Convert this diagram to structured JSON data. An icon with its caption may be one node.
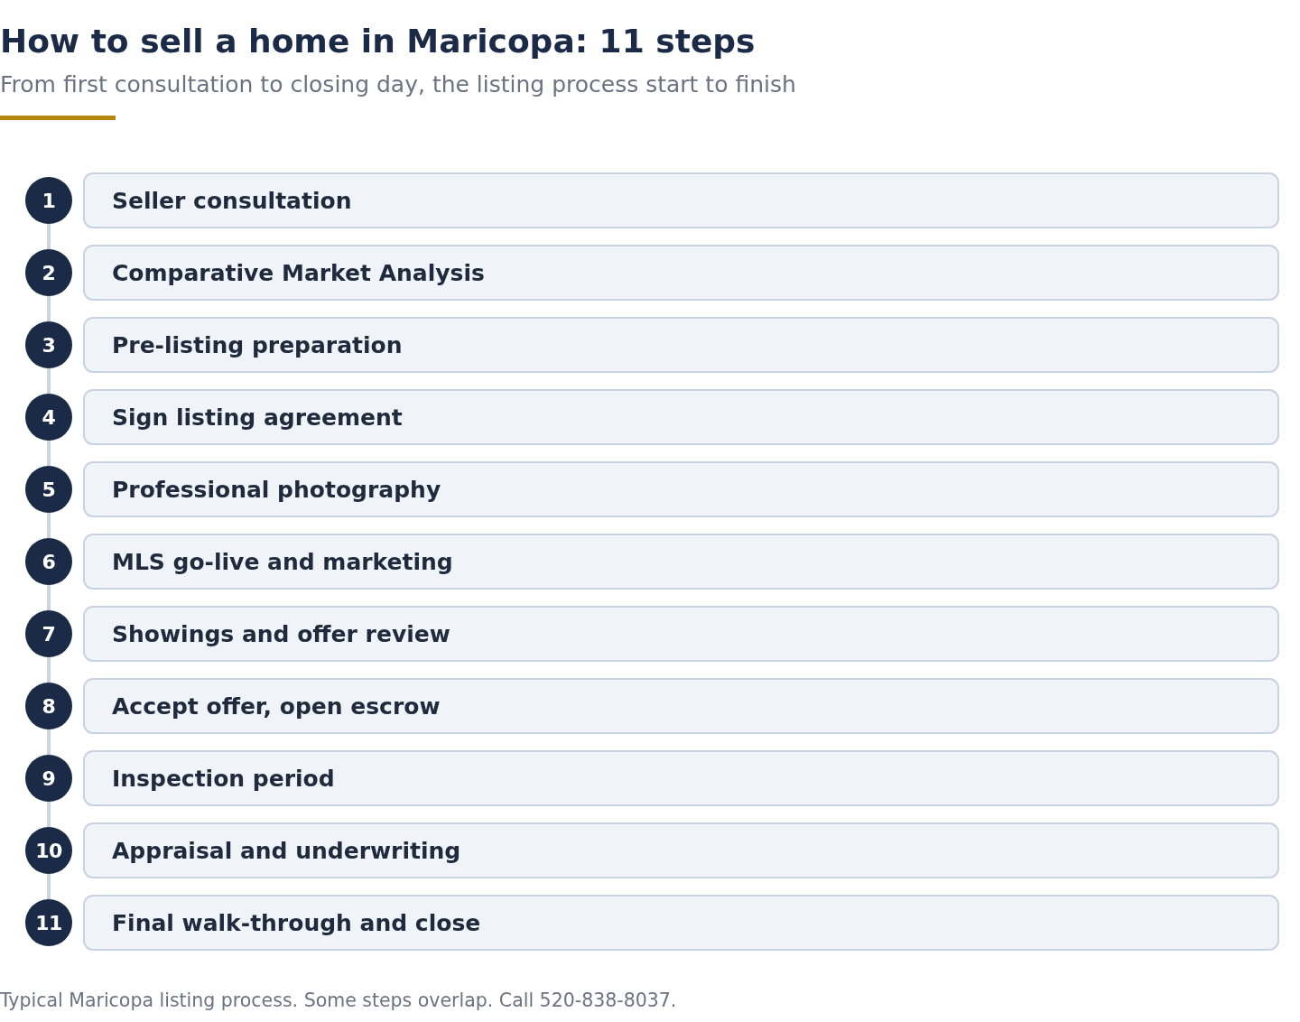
{
  "diagram": {
    "title": "How to sell a home in Maricopa: 11 steps",
    "caption": "Typical Maricopa listing process. Some steps overlap. Call 520-838-8037.",
    "nodes": [
      {
        "text": [
          "1"
        ]
      },
      {
        "text": [
          "Seller consultation"
        ]
      },
      {
        "text": [
          "2"
        ]
      },
      {
        "text": [
          "Comparative Market Analysis"
        ]
      },
      {
        "text": [
          "3"
        ]
      },
      {
        "text": [
          "Pre-listing preparation"
        ]
      },
      {
        "text": [
          "4"
        ]
      },
      {
        "text": [
          "Sign listing agreement"
        ]
      },
      {
        "text": [
          "5"
        ]
      },
      {
        "text": [
          "Professional photography"
        ]
      },
      {
        "text": [
          "6"
        ]
      },
      {
        "text": [
          "MLS go-live and marketing"
        ]
      },
      {
        "text": [
          "7"
        ]
      },
      {
        "text": [
          "Showings and offer review"
        ]
      },
      {
        "text": [
          "8"
        ]
      },
      {
        "text": [
          "Accept offer, open escrow"
        ]
      },
      {
        "text": [
          "9"
        ]
      },
      {
        "text": [
          "Inspection period"
        ]
      },
      {
        "text": [
          "10"
        ]
      },
      {
        "text": [
          "Appraisal and underwriting"
        ]
      },
      {
        "text": [
          "11"
        ]
      },
      {
        "text": [
          "Final walk-through and close"
        ]
      }
    ],
    "edges": [
      {
        "from": 0,
        "to": 2,
        "arrow": "none"
      },
      {
        "from": 2,
        "to": 4,
        "arrow": "none"
      },
      {
        "from": 4,
        "to": 6,
        "arrow": "none"
      },
      {
        "from": 6,
        "to": 8,
        "arrow": "none"
      },
      {
        "from": 8,
        "to": 10,
        "arrow": "none"
      },
      {
        "from": 10,
        "to": 12,
        "arrow": "none"
      },
      {
        "from": 12,
        "to": 14,
        "arrow": "none"
      },
      {
        "from": 14,
        "to": 16,
        "arrow": "none"
      },
      {
        "from": 16,
        "to": 18,
        "arrow": "none"
      },
      {
        "from": 18,
        "to": 20,
        "arrow": "none"
      }
    ],
    "labels": [
      "From first consultation to closing day, the listing process start to finish"
    ]
  }
}
